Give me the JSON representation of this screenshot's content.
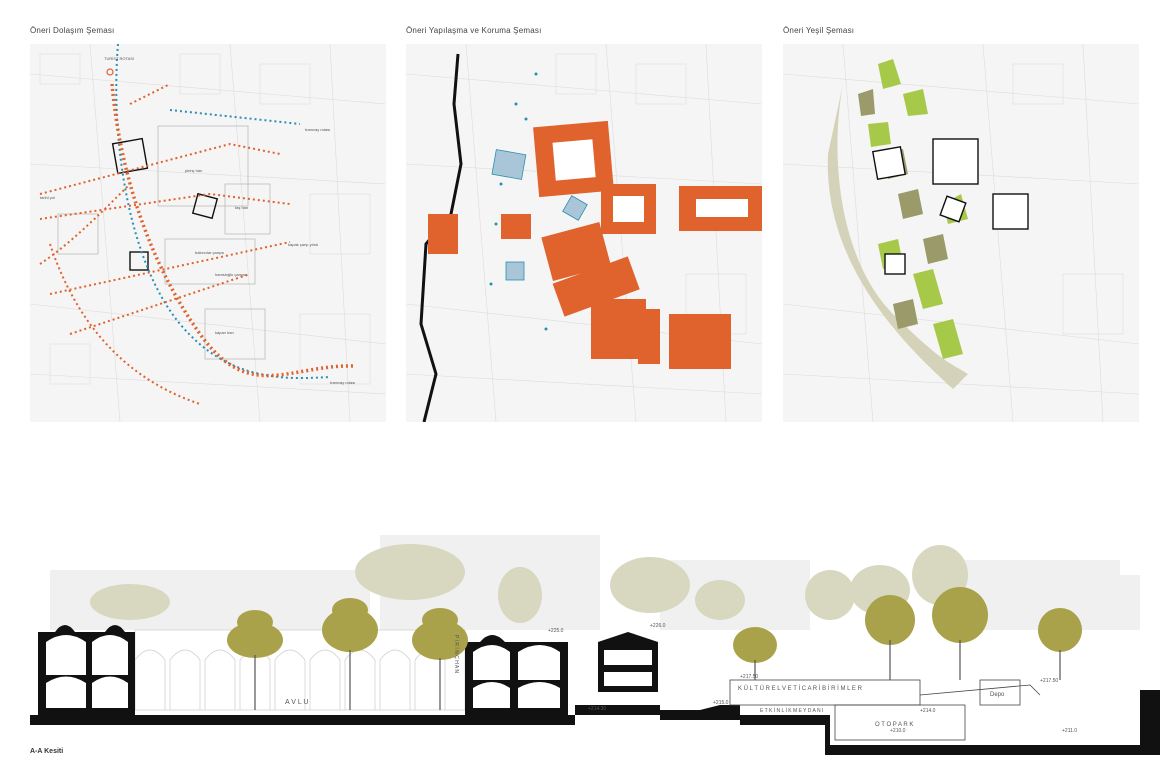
{
  "panels": {
    "circulation": {
      "title": "Öneri Dolaşım Şeması",
      "labels": {
        "touristic_route": "TURİST ROTASI",
        "tram_route_1": "tramvay rotası",
        "tram_route_2": "tramvay rotası",
        "kapak_yonu": "kapak çarşı yönü",
        "pirinc_han": "pirinç han",
        "tas_han": "taş han",
        "bakircilar": "bakırcılar çarşısı",
        "hamsioglu": "hamsioğlu çarşısı",
        "kapan_han": "kapan han",
        "tarihi_yol": "tarihi yol"
      }
    },
    "structuring": {
      "title": "Öneri Yapılaşma ve Koruma Şeması"
    },
    "green": {
      "title": "Öneri Yeşil Şeması"
    }
  },
  "section": {
    "title": "A-A Kesiti",
    "labels": {
      "avlu": "A V L U",
      "pirinc_han": "P İ R İ N Ç  H A N",
      "kultur": "K Ü L T Ü R E L  V E  T İ C A R İ  B İ R İ M L E R",
      "meydan": "E T K İ N L İ K  M E Y D A N I",
      "otopark": "O T O P A R K",
      "depo": "Depo"
    },
    "elevations": [
      "+225.0",
      "+226.0",
      "+214.30",
      "+215.0",
      "+217.50",
      "+217.50",
      "+214.0",
      "+210.0",
      "+211.0"
    ]
  },
  "colors": {
    "orange": "#e0622d",
    "blue": "#2a8fb0",
    "lightgreen": "#a7c94a",
    "olive": "#9b9a6a",
    "tree": "#a9a24a",
    "treeFaded": "#d2d2b4",
    "dark": "#111111"
  }
}
